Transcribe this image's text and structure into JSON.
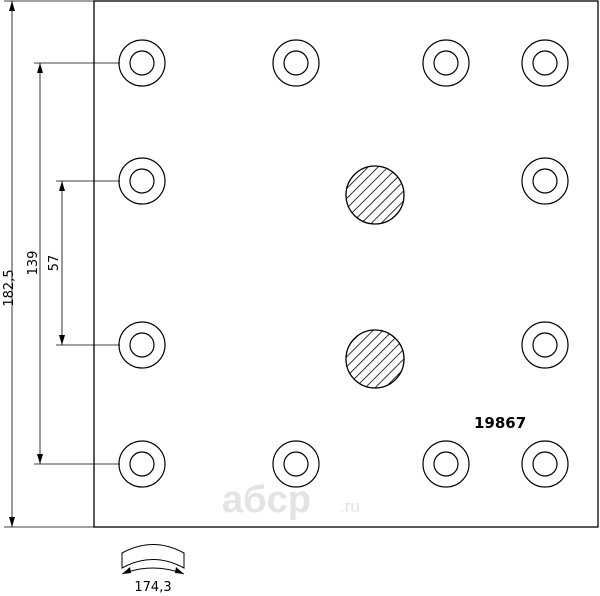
{
  "part_number": "19867",
  "dimensions": {
    "total_height": "182,5",
    "outer_spacing": "139",
    "inner_spacing": "57",
    "arc_width": "174,3"
  },
  "watermark": {
    "brand": "aбcp",
    "suffix": ".ru"
  },
  "colors": {
    "line": "#000000",
    "hatch_fill": "#ffffff",
    "watermark": "#e3e3e3"
  },
  "holes": [
    {
      "col": 0,
      "row": 0
    },
    {
      "col": 1,
      "row": 0
    },
    {
      "col": 2,
      "row": 0
    },
    {
      "col": 3,
      "row": 0
    },
    {
      "col": 0,
      "row": 1
    },
    {
      "col": 3,
      "row": 1
    },
    {
      "col": 0,
      "row": 2
    },
    {
      "col": 3,
      "row": 2
    },
    {
      "col": 0,
      "row": 3
    },
    {
      "col": 1,
      "row": 3
    },
    {
      "col": 2,
      "row": 3
    },
    {
      "col": 3,
      "row": 3
    }
  ],
  "hatched_circles": [
    {
      "row": 1
    },
    {
      "row": 2
    }
  ]
}
